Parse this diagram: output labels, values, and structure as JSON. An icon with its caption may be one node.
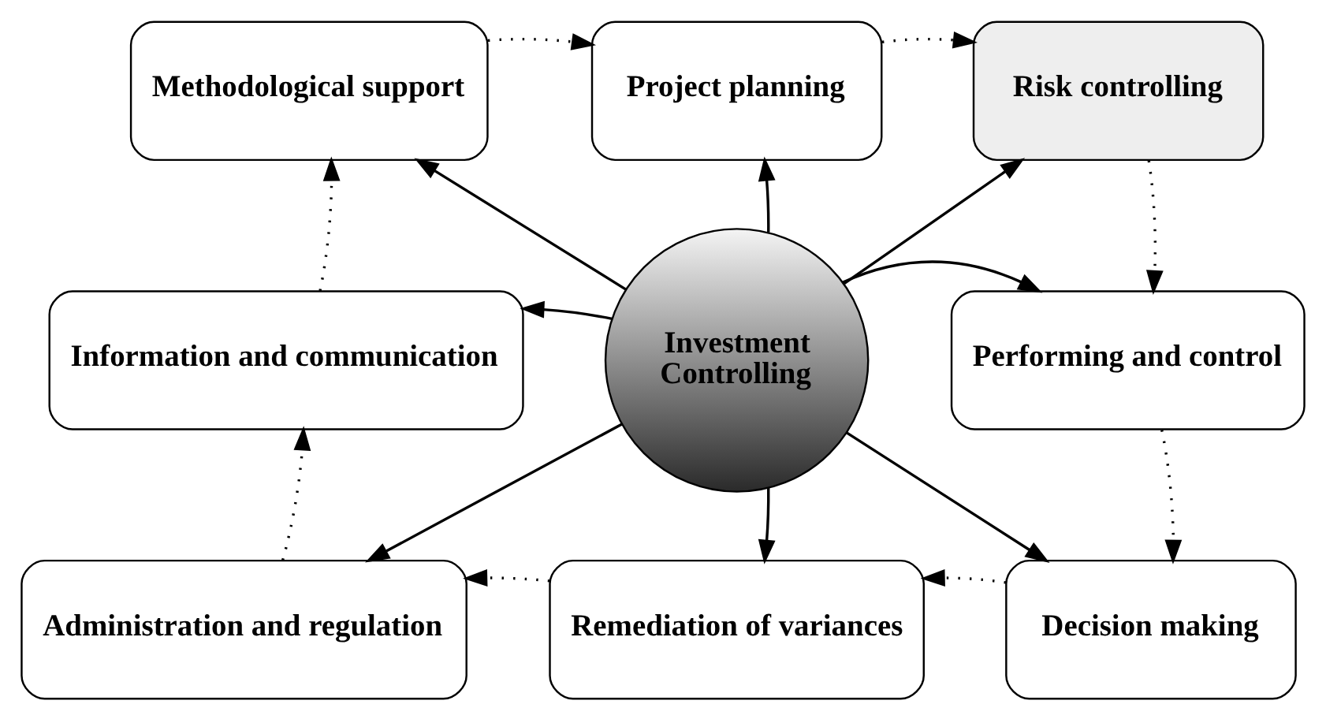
{
  "diagram": {
    "nodes": [
      {
        "text": [
          "Methodological support"
        ]
      },
      {
        "text": [
          "Project planning"
        ]
      },
      {
        "text": [
          "Risk controlling"
        ]
      },
      {
        "text": [
          "Information and communication"
        ]
      },
      {
        "text": [
          "Investment Controlling"
        ]
      },
      {
        "text": [
          "Performing and control"
        ]
      },
      {
        "text": [
          "Administration and regulation"
        ]
      },
      {
        "text": [
          "Remediation of variances"
        ]
      },
      {
        "text": [
          "Decision making"
        ]
      }
    ],
    "edges": [
      {
        "from": 4,
        "to": 0,
        "arrow": "to"
      },
      {
        "from": 4,
        "to": 1,
        "arrow": "to"
      },
      {
        "from": 4,
        "to": 2,
        "arrow": "to"
      },
      {
        "from": 4,
        "to": 3,
        "arrow": "to"
      },
      {
        "from": 4,
        "to": 5,
        "arrow": "to"
      },
      {
        "from": 4,
        "to": 6,
        "arrow": "to"
      },
      {
        "from": 4,
        "to": 7,
        "arrow": "to"
      },
      {
        "from": 4,
        "to": 8,
        "arrow": "to"
      },
      {
        "from": 0,
        "to": 1,
        "arrow": "to",
        "style": "dashed"
      },
      {
        "from": 1,
        "to": 2,
        "arrow": "to",
        "style": "dashed"
      },
      {
        "from": 2,
        "to": 5,
        "arrow": "to",
        "style": "dashed"
      },
      {
        "from": 5,
        "to": 8,
        "arrow": "to",
        "style": "dashed"
      },
      {
        "from": 8,
        "to": 7,
        "arrow": "to",
        "style": "dashed"
      },
      {
        "from": 7,
        "to": 6,
        "arrow": "to",
        "style": "dashed"
      },
      {
        "from": 6,
        "to": 3,
        "arrow": "to",
        "style": "dashed"
      },
      {
        "from": 3,
        "to": 0,
        "arrow": "to",
        "style": "dashed"
      }
    ]
  }
}
